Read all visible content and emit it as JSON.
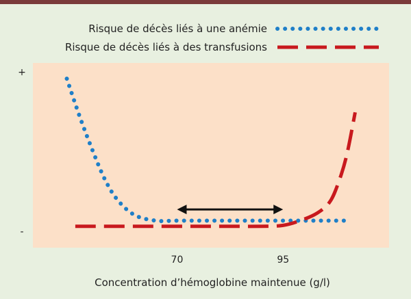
{
  "chart_data": {
    "type": "line",
    "title": "",
    "xlabel": "Concentration d’hémoglobine maintenue (g/l)",
    "ylabel": "",
    "x_ticks": [
      70,
      95
    ],
    "y_ticks": [
      "+",
      "-"
    ],
    "xlim": [
      36,
      120
    ],
    "ylim": [
      0,
      1
    ],
    "legend_position": "top-right",
    "grid": false,
    "series": [
      {
        "name": "Risque de décès liés à une anémie",
        "style": "dotted",
        "color": "#1f7fc8",
        "points": [
          [
            44,
            0.78
          ],
          [
            47,
            0.58
          ],
          [
            50,
            0.4
          ],
          [
            53,
            0.24
          ],
          [
            56,
            0.13
          ],
          [
            60,
            0.05
          ],
          [
            65,
            0.02
          ],
          [
            70,
            0.02
          ],
          [
            80,
            0.02
          ],
          [
            95,
            0.02
          ],
          [
            105,
            0.02
          ],
          [
            110,
            0.02
          ]
        ]
      },
      {
        "name": "Risque de décès liés à des transfusions",
        "style": "dashed",
        "color": "#c8191e",
        "points": [
          [
            46,
            -0.01
          ],
          [
            60,
            -0.01
          ],
          [
            80,
            -0.01
          ],
          [
            90,
            -0.01
          ],
          [
            95,
            -0.005
          ],
          [
            99,
            0.02
          ],
          [
            103,
            0.06
          ],
          [
            106,
            0.12
          ],
          [
            108,
            0.22
          ],
          [
            110,
            0.37
          ],
          [
            112,
            0.6
          ]
        ]
      }
    ],
    "annotation": {
      "type": "double-arrow",
      "from_x": 70,
      "to_x": 95,
      "y": 0.08,
      "color": "#111111"
    }
  }
}
